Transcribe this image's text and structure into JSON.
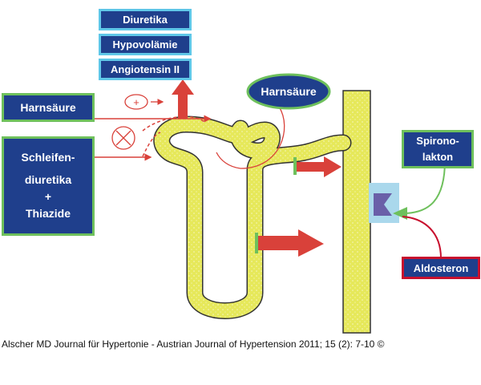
{
  "labels": {
    "diuretika": "Diuretika",
    "hypovolaemie": "Hypovolämie",
    "angiotensin": "Angiotensin II",
    "harnsaeure_left": "Harnsäure",
    "harnsaeure_oval": "Harnsäure",
    "schleifen": "Schleifen-",
    "diuretika2": "diuretika",
    "plus": "+",
    "thiazide": "Thiazide",
    "spirono": "Spirono-",
    "lakton": "lakton",
    "aldosteron": "Aldosteron",
    "plus_symbol": "+"
  },
  "caption": "Alscher MD Journal für Hypertonie - Austrian Journal of Hypertension 2011; 15 (2): 7-10 ©",
  "colors": {
    "box_fill": "#1f3f8c",
    "box_border_blue": "#5fc7e8",
    "box_border_green": "#6ec05c",
    "box_border_red": "#c8102e",
    "tubule_yellow": "#e6e85a",
    "arrow_red": "#d9413a",
    "receptor_blue": "#aad8ec",
    "receptor_purple": "#6a5fa8"
  }
}
